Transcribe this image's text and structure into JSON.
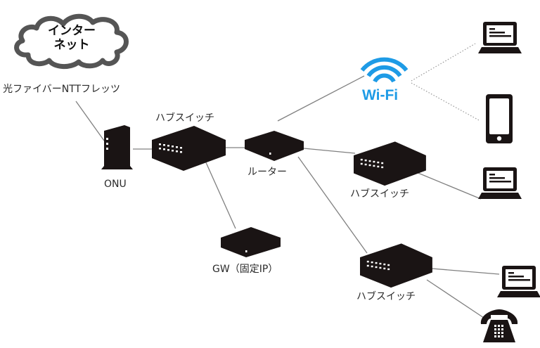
{
  "diagram": {
    "title": "Home/office network topology",
    "colors": {
      "device": "#1a1414",
      "line": "#808080",
      "wifi": "#1e9be6",
      "cloud_stroke": "#555555"
    },
    "nodes": {
      "internet": {
        "label_line1": "インター",
        "label_line2": "ネット",
        "icon": "cloud-icon"
      },
      "fiber": {
        "label": "光ファイバーNTTフレッツ"
      },
      "onu": {
        "label": "ONU",
        "icon": "onu-icon"
      },
      "hub1": {
        "label": "ハブスイッチ",
        "icon": "hub-switch-icon"
      },
      "router": {
        "label": "ルーター",
        "icon": "router-icon"
      },
      "gw": {
        "label": "GW（固定IP）",
        "icon": "gateway-icon"
      },
      "wifi": {
        "label": "Wi-Fi",
        "icon": "wifi-icon"
      },
      "laptop_wifi": {
        "icon": "laptop-icon"
      },
      "phone_wifi": {
        "icon": "smartphone-icon"
      },
      "hub2": {
        "label": "ハブスイッチ",
        "icon": "hub-switch-icon"
      },
      "laptop_hub2": {
        "icon": "laptop-icon"
      },
      "hub3": {
        "label": "ハブスイッチ",
        "icon": "hub-switch-icon"
      },
      "laptop_hub3": {
        "icon": "laptop-icon"
      },
      "telephone": {
        "icon": "telephone-icon"
      }
    },
    "connections": [
      {
        "from": "fiber",
        "to": "onu",
        "style": "solid"
      },
      {
        "from": "onu",
        "to": "hub1",
        "style": "solid"
      },
      {
        "from": "hub1",
        "to": "router",
        "style": "solid"
      },
      {
        "from": "hub1",
        "to": "gw",
        "style": "solid"
      },
      {
        "from": "router",
        "to": "wifi",
        "style": "solid"
      },
      {
        "from": "router",
        "to": "hub2",
        "style": "solid"
      },
      {
        "from": "router",
        "to": "hub3",
        "style": "solid"
      },
      {
        "from": "wifi",
        "to": "laptop_wifi",
        "style": "dotted"
      },
      {
        "from": "wifi",
        "to": "phone_wifi",
        "style": "dotted"
      },
      {
        "from": "hub2",
        "to": "laptop_hub2",
        "style": "solid"
      },
      {
        "from": "hub3",
        "to": "laptop_hub3",
        "style": "solid"
      },
      {
        "from": "hub3",
        "to": "telephone",
        "style": "solid"
      }
    ]
  }
}
